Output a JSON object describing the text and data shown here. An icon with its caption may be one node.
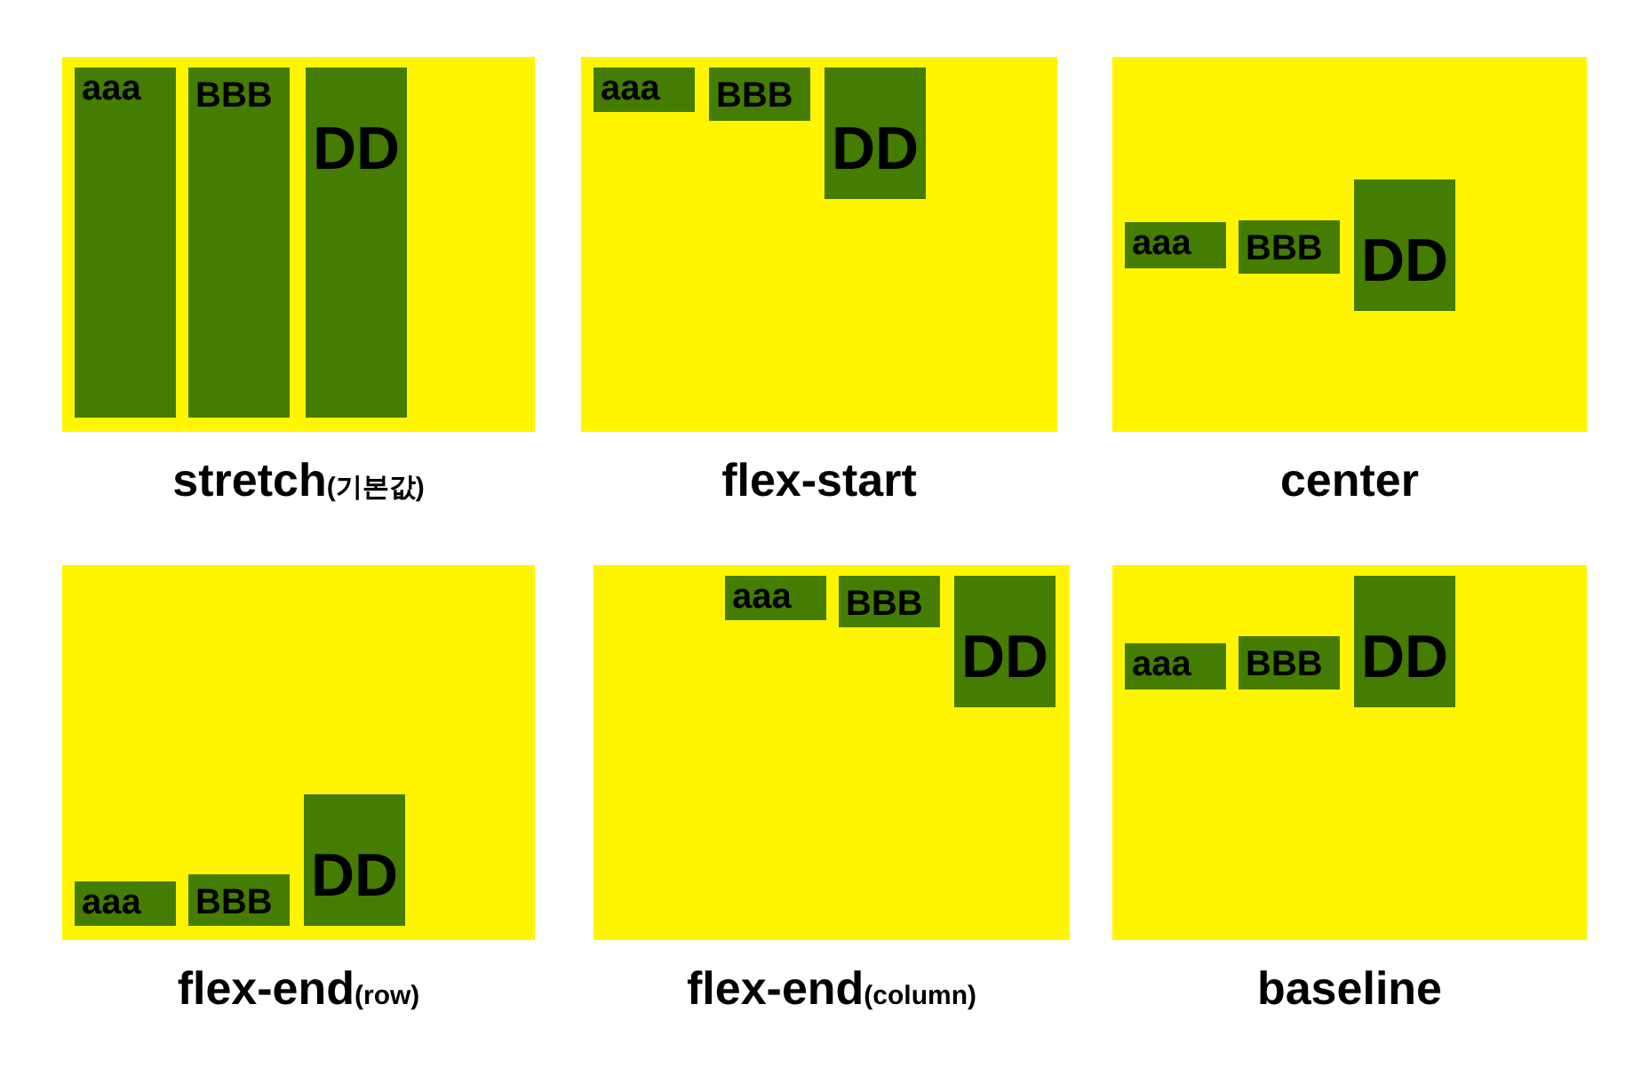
{
  "diagram": {
    "nodes": [
      {
        "text": [
          "stretch(기본값)"
        ]
      },
      {
        "text": [
          "aaa"
        ],
        "in": 0
      },
      {
        "text": [
          "BBB"
        ],
        "in": 0
      },
      {
        "text": [
          "DD"
        ],
        "in": 0
      },
      {
        "text": [
          "flex-start"
        ]
      },
      {
        "text": [
          "aaa"
        ],
        "in": 4
      },
      {
        "text": [
          "BBB"
        ],
        "in": 4
      },
      {
        "text": [
          "DD"
        ],
        "in": 4
      },
      {
        "text": [
          "center"
        ]
      },
      {
        "text": [
          "aaa"
        ],
        "in": 8
      },
      {
        "text": [
          "BBB"
        ],
        "in": 8
      },
      {
        "text": [
          "DD"
        ],
        "in": 8
      },
      {
        "text": [
          "flex-end(row)"
        ]
      },
      {
        "text": [
          "aaa"
        ],
        "in": 12
      },
      {
        "text": [
          "BBB"
        ],
        "in": 12
      },
      {
        "text": [
          "DD"
        ],
        "in": 12
      },
      {
        "text": [
          "flex-end(column)"
        ]
      },
      {
        "text": [
          "aaa"
        ],
        "in": 16
      },
      {
        "text": [
          "BBB"
        ],
        "in": 16
      },
      {
        "text": [
          "DD"
        ],
        "in": 16
      },
      {
        "text": [
          "baseline"
        ]
      },
      {
        "text": [
          "aaa"
        ],
        "in": 20
      },
      {
        "text": [
          "BBB"
        ],
        "in": 20
      },
      {
        "text": [
          "DD"
        ],
        "in": 20
      }
    ]
  }
}
